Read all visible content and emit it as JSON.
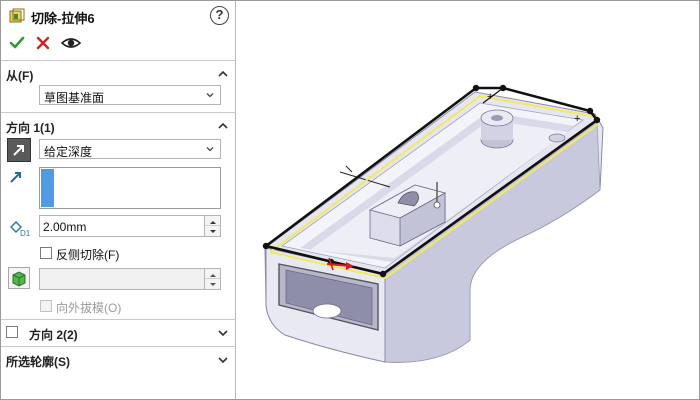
{
  "feature": {
    "title": "切除-拉伸6",
    "icon": "extruded-cut-icon",
    "help_glyph": "?"
  },
  "actions": {
    "ok": "ok-checkmark-icon",
    "cancel": "cancel-x-icon",
    "preview": "eye-icon"
  },
  "from_section": {
    "title": "从(F)",
    "start_condition": "草图基准面"
  },
  "direction1": {
    "title": "方向 1(1)",
    "end_condition": "给定深度",
    "depth": "2.00mm",
    "flip_side_to_cut_label": "反侧切除(F)",
    "flip_side_to_cut_checked": false,
    "draft_outward_label": "向外拔模(O)",
    "draft_outward_enabled": false,
    "draft_value": ""
  },
  "direction2": {
    "title": "方向 2(2)",
    "checked": false
  },
  "selected_contours": {
    "title": "所选轮廓(S)"
  },
  "colors": {
    "accent_blue": "#4f9be8",
    "ok_green": "#2e9d2e",
    "cancel_red": "#d42020",
    "model_face": "#e6e6f2",
    "model_shade": "#b9b9d0",
    "edge_highlight": "#f2ea5a"
  }
}
